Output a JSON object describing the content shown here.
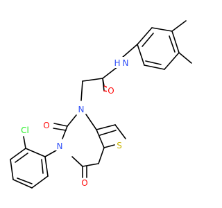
{
  "molecule": {
    "atoms": {
      "N_amide": {
        "text": "N",
        "color": "#3050f8"
      },
      "H_amide": {
        "text": "H",
        "color": "#3050f8"
      },
      "O_amide": {
        "text": "O",
        "color": "#ff0d0d"
      },
      "N1": {
        "text": "N",
        "color": "#3050f8"
      },
      "N3": {
        "text": "N",
        "color": "#3050f8"
      },
      "O2": {
        "text": "O",
        "color": "#ff0d0d"
      },
      "O4": {
        "text": "O",
        "color": "#ff0d0d"
      },
      "S": {
        "text": "S",
        "color": "#c8b400"
      },
      "Cl": {
        "text": "Cl",
        "color": "#1ff01f"
      }
    }
  }
}
